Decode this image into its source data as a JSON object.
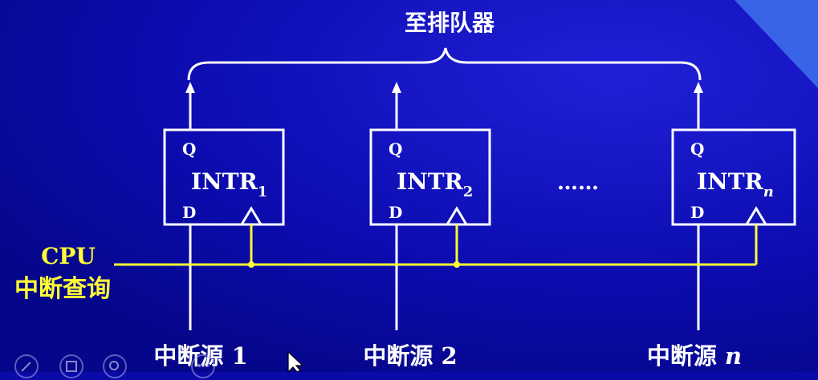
{
  "title": "至排队器",
  "ellipsis": "……",
  "cpu": {
    "line1": "CPU",
    "line2": "中断查询"
  },
  "blocks": [
    {
      "q": "Q",
      "d": "D",
      "name": "INTR",
      "sub": "1",
      "source": "中断源 ",
      "source_num": "1"
    },
    {
      "q": "Q",
      "d": "D",
      "name": "INTR",
      "sub": "2",
      "source": "中断源 ",
      "source_num": "2"
    },
    {
      "q": "Q",
      "d": "D",
      "name": "INTR",
      "sub": "n",
      "source": "中断源 ",
      "source_num": "n"
    }
  ],
  "colors": {
    "background": "#0a0aa8",
    "accent": "#3a64e8",
    "wire": "#ffff33",
    "box": "#ffffff"
  },
  "controls": [
    "edit-icon",
    "save-icon",
    "zoom-icon",
    "more-icon"
  ]
}
